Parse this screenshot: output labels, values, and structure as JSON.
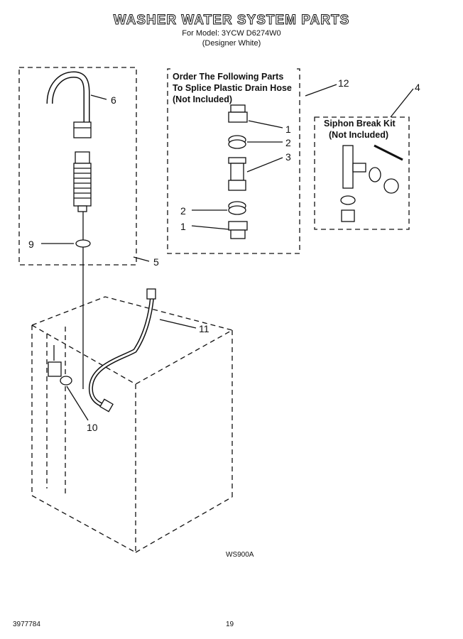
{
  "header": {
    "title": "WASHER WATER SYSTEM PARTS",
    "model_line": "For Model: 3YCW D6274W0",
    "designer_line": "(Designer White)"
  },
  "splice_box": {
    "lines": [
      "Order The Following Parts",
      "To Splice Plastic Drain Hose",
      "(Not Included)"
    ],
    "ref": "12"
  },
  "siphon_box": {
    "lines": [
      "Siphon Break Kit",
      "(Not Included)"
    ],
    "ref": "4"
  },
  "callouts": {
    "c6": "6",
    "c9": "9",
    "c5": "5",
    "c1a": "1",
    "c2a": "2",
    "c3": "3",
    "c2b": "2",
    "c1b": "1",
    "c11": "11",
    "c10": "10"
  },
  "footer": {
    "figure_code": "WS900A",
    "doc_number": "3977784",
    "page_number": "19"
  }
}
